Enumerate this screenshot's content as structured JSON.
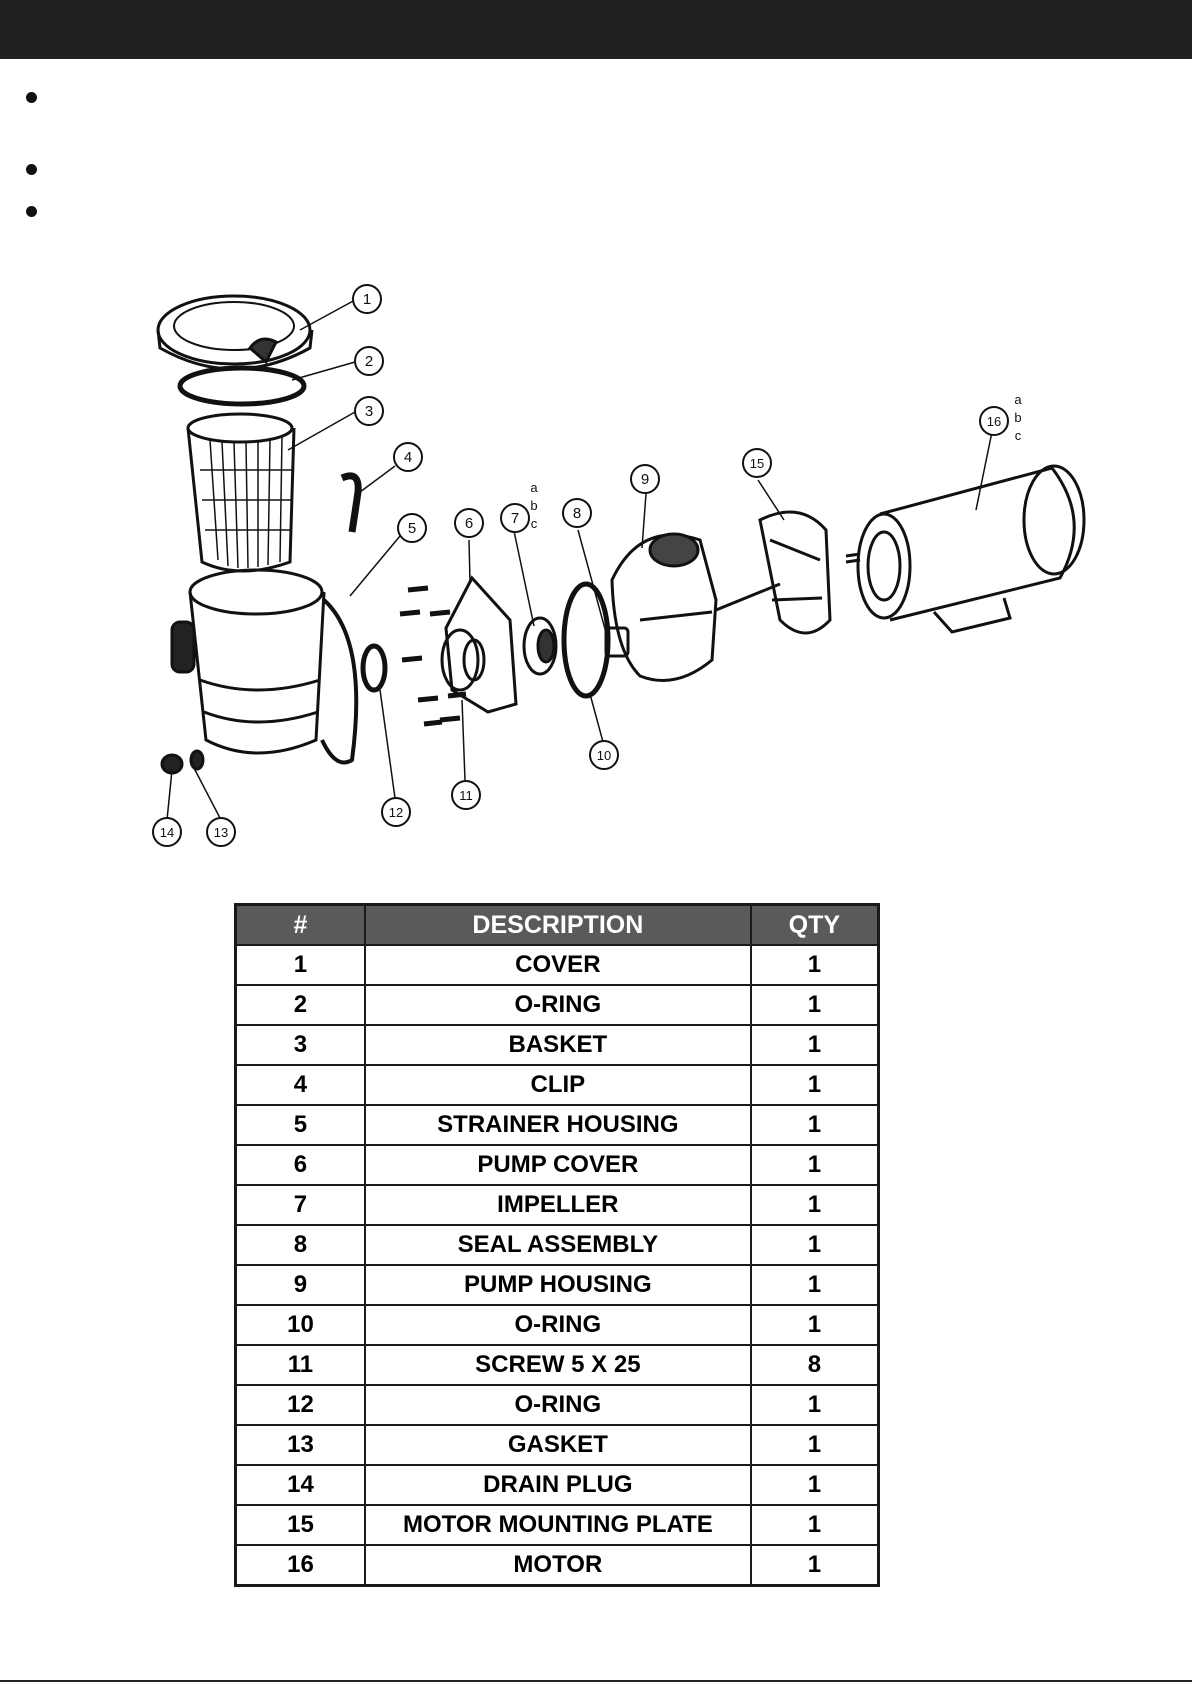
{
  "table": {
    "headers": [
      "#",
      "DESCRIPTION",
      "QTY"
    ],
    "rows": [
      [
        "1",
        "COVER",
        "1"
      ],
      [
        "2",
        "O-RING",
        "1"
      ],
      [
        "3",
        "BASKET",
        "1"
      ],
      [
        "4",
        "CLIP",
        "1"
      ],
      [
        "5",
        "STRAINER HOUSING",
        "1"
      ],
      [
        "6",
        "PUMP COVER",
        "1"
      ],
      [
        "7",
        "IMPELLER",
        "1"
      ],
      [
        "8",
        "SEAL ASSEMBLY",
        "1"
      ],
      [
        "9",
        "PUMP HOUSING",
        "1"
      ],
      [
        "10",
        "O-RING",
        "1"
      ],
      [
        "11",
        "SCREW 5 X 25",
        "8"
      ],
      [
        "12",
        "O-RING",
        "1"
      ],
      [
        "13",
        "GASKET",
        "1"
      ],
      [
        "14",
        "DRAIN PLUG",
        "1"
      ],
      [
        "15",
        "MOTOR MOUNTING PLATE",
        "1"
      ],
      [
        "16",
        "MOTOR",
        "1"
      ]
    ]
  },
  "diagram": {
    "callouts": [
      "1",
      "2",
      "3",
      "4",
      "5",
      "6",
      "7",
      "8",
      "9",
      "10",
      "11",
      "12",
      "13",
      "14",
      "15",
      "16"
    ],
    "variant_letters": [
      "a",
      "b",
      "c"
    ]
  }
}
